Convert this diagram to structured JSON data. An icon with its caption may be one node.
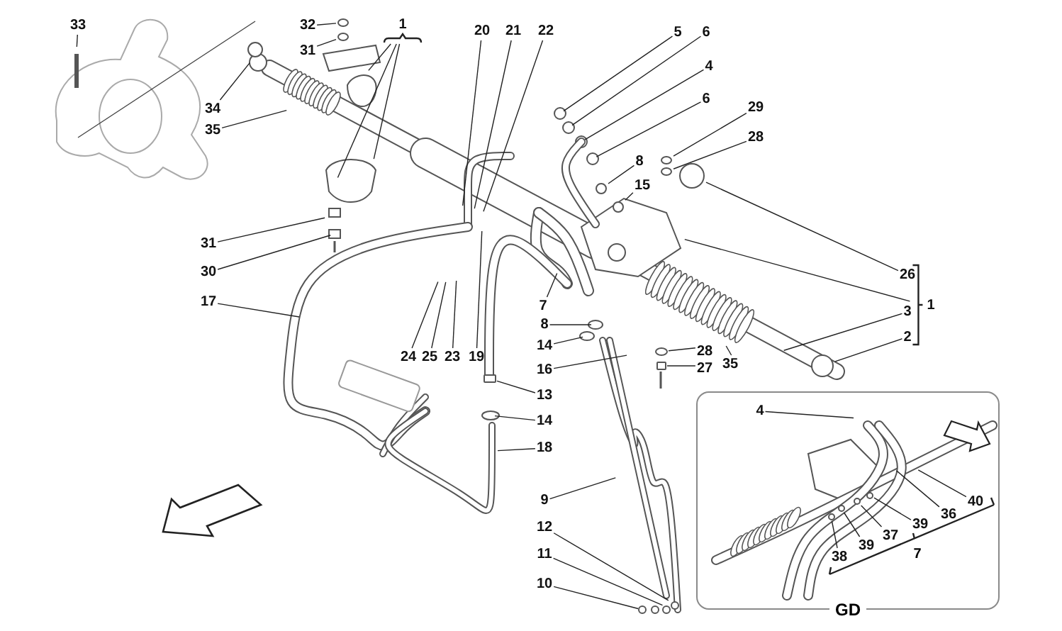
{
  "diagram": {
    "nodes": [
      {
        "text": [
          "33"
        ]
      },
      {
        "text": [
          "32"
        ]
      },
      {
        "text": [
          "31"
        ]
      },
      {
        "text": [
          "1"
        ]
      },
      {
        "text": [
          "20"
        ]
      },
      {
        "text": [
          "21"
        ]
      },
      {
        "text": [
          "22"
        ]
      },
      {
        "text": [
          "5"
        ]
      },
      {
        "text": [
          "6"
        ]
      },
      {
        "text": [
          "4"
        ]
      },
      {
        "text": [
          "6"
        ]
      },
      {
        "text": [
          "29"
        ]
      },
      {
        "text": [
          "28"
        ]
      },
      {
        "text": [
          "8"
        ]
      },
      {
        "text": [
          "15"
        ]
      },
      {
        "text": [
          "34"
        ]
      },
      {
        "text": [
          "35"
        ]
      },
      {
        "text": [
          "31"
        ]
      },
      {
        "text": [
          "30"
        ]
      },
      {
        "text": [
          "17"
        ]
      },
      {
        "text": [
          "26"
        ]
      },
      {
        "text": [
          "1"
        ]
      },
      {
        "text": [
          "3"
        ]
      },
      {
        "text": [
          "2"
        ]
      },
      {
        "text": [
          "7"
        ]
      },
      {
        "text": [
          "8"
        ]
      },
      {
        "text": [
          "14"
        ]
      },
      {
        "text": [
          "28"
        ]
      },
      {
        "text": [
          "27"
        ]
      },
      {
        "text": [
          "35"
        ]
      },
      {
        "text": [
          "24"
        ]
      },
      {
        "text": [
          "25"
        ]
      },
      {
        "text": [
          "23"
        ]
      },
      {
        "text": [
          "19"
        ]
      },
      {
        "text": [
          "16"
        ]
      },
      {
        "text": [
          "13"
        ]
      },
      {
        "text": [
          "14"
        ]
      },
      {
        "text": [
          "18"
        ]
      },
      {
        "text": [
          "9"
        ]
      },
      {
        "text": [
          "12"
        ]
      },
      {
        "text": [
          "11"
        ]
      },
      {
        "text": [
          "10"
        ]
      },
      {
        "text": [
          "GD"
        ]
      },
      {
        "text": [
          "4"
        ],
        "in": 42
      },
      {
        "text": [
          "40"
        ],
        "in": 42
      },
      {
        "text": [
          "36"
        ],
        "in": 42
      },
      {
        "text": [
          "39"
        ],
        "in": 42
      },
      {
        "text": [
          "37"
        ],
        "in": 42
      },
      {
        "text": [
          "39"
        ],
        "in": 42
      },
      {
        "text": [
          "38"
        ],
        "in": 42
      },
      {
        "text": [],
        "shape": "circle"
      },
      {
        "text": [],
        "shape": "circle"
      },
      {
        "text": [],
        "shape": "box"
      },
      {
        "text": [],
        "shape": "circle"
      },
      {
        "text": [],
        "shape": "circle"
      },
      {
        "text": [],
        "shape": "circle"
      },
      {
        "text": [],
        "shape": "circle"
      },
      {
        "text": [],
        "shape": "bellows"
      },
      {
        "text": [],
        "shape": "circle"
      },
      {
        "text": [],
        "shape": "circle",
        "in": 42
      },
      {
        "text": [],
        "shape": "circle",
        "in": 42
      },
      {
        "text": [],
        "shape": "circle",
        "in": 42
      },
      {
        "text": [],
        "shape": "circle",
        "in": 42
      },
      {
        "text": [],
        "shape": "circle"
      },
      {
        "text": [],
        "shape": "circle"
      },
      {
        "text": [],
        "shape": "box"
      }
    ],
    "edges": [
      {
        "from": 0,
        "to": null,
        "arrow": "none"
      },
      {
        "from": 1,
        "to": 50,
        "arrow": "none"
      },
      {
        "from": 2,
        "to": 51,
        "arrow": "none"
      },
      {
        "from": 3,
        "to": null,
        "arrow": "none"
      },
      {
        "from": 3,
        "to": null,
        "arrow": "none"
      },
      {
        "from": 3,
        "to": null,
        "arrow": "none"
      },
      {
        "from": 4,
        "to": null,
        "arrow": "none"
      },
      {
        "from": 5,
        "to": null,
        "arrow": "none"
      },
      {
        "from": 6,
        "to": null,
        "arrow": "none"
      },
      {
        "from": 7,
        "to": null,
        "arrow": "none"
      },
      {
        "from": 8,
        "to": null,
        "arrow": "none"
      },
      {
        "from": 9,
        "to": null,
        "arrow": "none"
      },
      {
        "from": 10,
        "to": null,
        "arrow": "none"
      },
      {
        "from": 11,
        "to": 54,
        "arrow": "none"
      },
      {
        "from": 12,
        "to": 55,
        "arrow": "none"
      },
      {
        "from": 13,
        "to": 53,
        "arrow": "none"
      },
      {
        "from": 14,
        "to": 63,
        "arrow": "none"
      },
      {
        "from": 15,
        "to": null,
        "arrow": "none"
      },
      {
        "from": 16,
        "to": null,
        "arrow": "none"
      },
      {
        "from": 17,
        "to": null,
        "arrow": "none"
      },
      {
        "from": 18,
        "to": null,
        "arrow": "none"
      },
      {
        "from": 19,
        "to": null,
        "arrow": "none"
      },
      {
        "from": 20,
        "to": 56,
        "arrow": "none"
      },
      {
        "from": 21,
        "to": null,
        "arrow": "none"
      },
      {
        "from": 22,
        "to": null,
        "arrow": "none"
      },
      {
        "from": 23,
        "to": 58,
        "arrow": "none"
      },
      {
        "from": 24,
        "to": null,
        "arrow": "none"
      },
      {
        "from": 25,
        "to": null,
        "arrow": "none"
      },
      {
        "from": 26,
        "to": null,
        "arrow": "none"
      },
      {
        "from": 27,
        "to": 64,
        "arrow": "none"
      },
      {
        "from": 28,
        "to": 65,
        "arrow": "none"
      },
      {
        "from": 29,
        "to": 57,
        "arrow": "none"
      },
      {
        "from": 30,
        "to": null,
        "arrow": "none"
      },
      {
        "from": 31,
        "to": null,
        "arrow": "none"
      },
      {
        "from": 32,
        "to": null,
        "arrow": "none"
      },
      {
        "from": 33,
        "to": null,
        "arrow": "none"
      },
      {
        "from": 34,
        "to": null,
        "arrow": "none"
      },
      {
        "from": 35,
        "to": 52,
        "arrow": "none"
      },
      {
        "from": 36,
        "to": null,
        "arrow": "none"
      },
      {
        "from": 37,
        "to": null,
        "arrow": "none"
      },
      {
        "from": 38,
        "to": null,
        "arrow": "none"
      },
      {
        "from": 39,
        "to": null,
        "arrow": "none"
      },
      {
        "from": 40,
        "to": null,
        "arrow": "none"
      },
      {
        "from": 41,
        "to": null,
        "arrow": "none"
      },
      {
        "from": 43,
        "to": null,
        "arrow": "none"
      },
      {
        "from": 44,
        "to": null,
        "arrow": "none"
      },
      {
        "from": 45,
        "to": null,
        "arrow": "none"
      },
      {
        "from": 46,
        "to": 62,
        "arrow": "none"
      },
      {
        "from": 47,
        "to": 61,
        "arrow": "none"
      },
      {
        "from": 48,
        "to": 60,
        "arrow": "none"
      },
      {
        "from": 49,
        "to": 59,
        "arrow": "none"
      }
    ],
    "labels": [
      "7"
    ]
  }
}
